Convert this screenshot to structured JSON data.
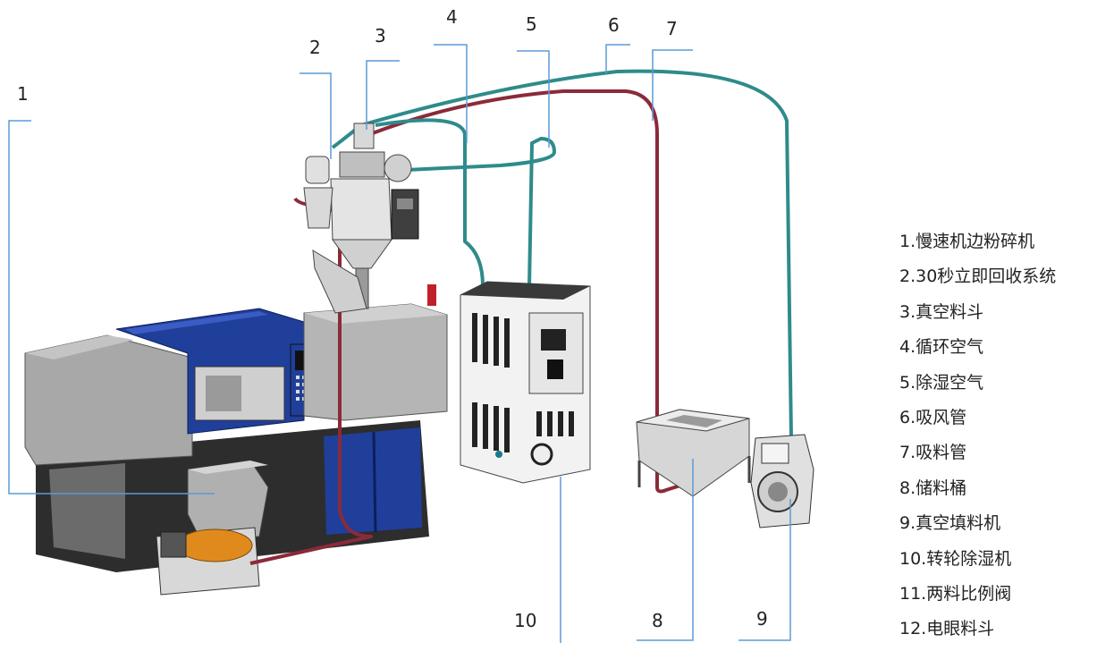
{
  "callouts": {
    "c1": "1",
    "c2": "2",
    "c3": "3",
    "c4": "4",
    "c5": "5",
    "c6": "6",
    "c7": "7",
    "c8": "8",
    "c9": "9",
    "c10": "10"
  },
  "legend": [
    "1.慢速机边粉碎机",
    "2.30秒立即回收系统",
    "3.真空料斗",
    "4.循环空气",
    "5.除湿空气",
    "6.吸风管",
    "7.吸料管",
    "8.储料桶",
    "9.真空填料机",
    "10.转轮除湿机",
    "11.两料比例阀",
    "12.电眼料斗"
  ],
  "colors": {
    "leader": "#5b9bd5",
    "teal_pipe": "#2e8b8b",
    "red_pipe": "#8b2a3a",
    "machine_blue": "#1f3f9a",
    "machine_grey": "#a8a8a8"
  }
}
